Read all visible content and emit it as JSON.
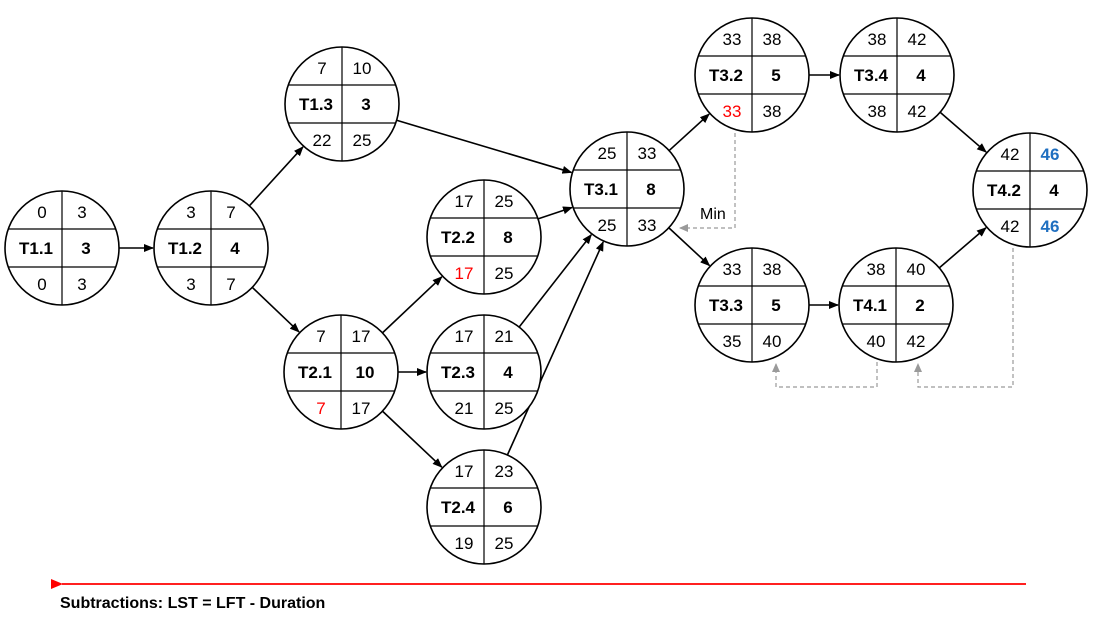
{
  "colors": {
    "highlight_red": "#ff0000",
    "highlight_blue": "#1f6fc0",
    "arrow_red": "#ff0000",
    "dashed_gray": "#9a9a9a",
    "ink": "#000000"
  },
  "nodes": [
    {
      "id": "T1.1",
      "duration": "3",
      "es": "0",
      "ef": "3",
      "ls": "0",
      "lf": "3"
    },
    {
      "id": "T1.2",
      "duration": "4",
      "es": "3",
      "ef": "7",
      "ls": "3",
      "lf": "7"
    },
    {
      "id": "T1.3",
      "duration": "3",
      "es": "7",
      "ef": "10",
      "ls": "22",
      "lf": "25"
    },
    {
      "id": "T2.1",
      "duration": "10",
      "es": "7",
      "ef": "17",
      "ls": "7",
      "lf": "17",
      "ls_color": "red"
    },
    {
      "id": "T2.2",
      "duration": "8",
      "es": "17",
      "ef": "25",
      "ls": "17",
      "lf": "25",
      "ls_color": "red"
    },
    {
      "id": "T2.3",
      "duration": "4",
      "es": "17",
      "ef": "21",
      "ls": "21",
      "lf": "25"
    },
    {
      "id": "T2.4",
      "duration": "6",
      "es": "17",
      "ef": "23",
      "ls": "19",
      "lf": "25"
    },
    {
      "id": "T3.1",
      "duration": "8",
      "es": "25",
      "ef": "33",
      "ls": "25",
      "lf": "33"
    },
    {
      "id": "T3.2",
      "duration": "5",
      "es": "33",
      "ef": "38",
      "ls": "33",
      "lf": "38",
      "ls_color": "red"
    },
    {
      "id": "T3.3",
      "duration": "5",
      "es": "33",
      "ef": "38",
      "ls": "35",
      "lf": "40"
    },
    {
      "id": "T3.4",
      "duration": "4",
      "es": "38",
      "ef": "42",
      "ls": "38",
      "lf": "42"
    },
    {
      "id": "T4.1",
      "duration": "2",
      "es": "38",
      "ef": "40",
      "ls": "40",
      "lf": "42"
    },
    {
      "id": "T4.2",
      "duration": "4",
      "es": "42",
      "ef": "46",
      "ls": "42",
      "lf": "46",
      "ef_color": "blue",
      "lf_color": "blue"
    }
  ],
  "edges": [
    [
      "T1.1",
      "T1.2"
    ],
    [
      "T1.2",
      "T1.3"
    ],
    [
      "T1.2",
      "T2.1"
    ],
    [
      "T1.3",
      "T3.1"
    ],
    [
      "T2.1",
      "T2.2"
    ],
    [
      "T2.1",
      "T2.3"
    ],
    [
      "T2.1",
      "T2.4"
    ],
    [
      "T2.2",
      "T3.1"
    ],
    [
      "T2.3",
      "T3.1"
    ],
    [
      "T2.4",
      "T3.1"
    ],
    [
      "T3.1",
      "T3.2"
    ],
    [
      "T3.1",
      "T3.3"
    ],
    [
      "T3.2",
      "T3.4"
    ],
    [
      "T3.3",
      "T4.1"
    ],
    [
      "T3.4",
      "T4.2"
    ],
    [
      "T4.1",
      "T4.2"
    ]
  ],
  "annotations": {
    "min_label": "Min"
  },
  "footer": {
    "note": "Subtractions:  LST = LFT - Duration"
  }
}
